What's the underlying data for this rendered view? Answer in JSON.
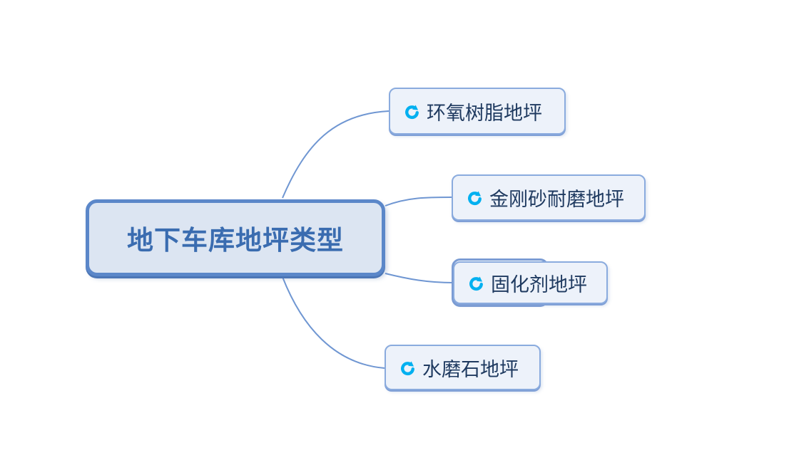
{
  "diagram": {
    "type": "mindmap",
    "root": {
      "label": "地下车库地坪类型"
    },
    "branches": [
      {
        "label": "环氧树脂地坪",
        "icon": "refresh-icon"
      },
      {
        "label": "金刚砂耐磨地坪",
        "icon": "refresh-icon"
      },
      {
        "label": "固化剂地坪",
        "icon": "refresh-icon"
      },
      {
        "label": "水磨石地坪",
        "icon": "refresh-icon"
      }
    ],
    "colors": {
      "root_fill": "#dce5f2",
      "root_border": "#5b87c9",
      "root_text": "#3a6cb0",
      "branch_fill": "#edf2fa",
      "branch_border": "#8aabde",
      "branch_text": "#1f3a60",
      "branch_back_edge": "#7b9cd4",
      "marker_icon": "#00b0f0",
      "connector": "#6f96d2",
      "background": "#ffffff"
    }
  }
}
